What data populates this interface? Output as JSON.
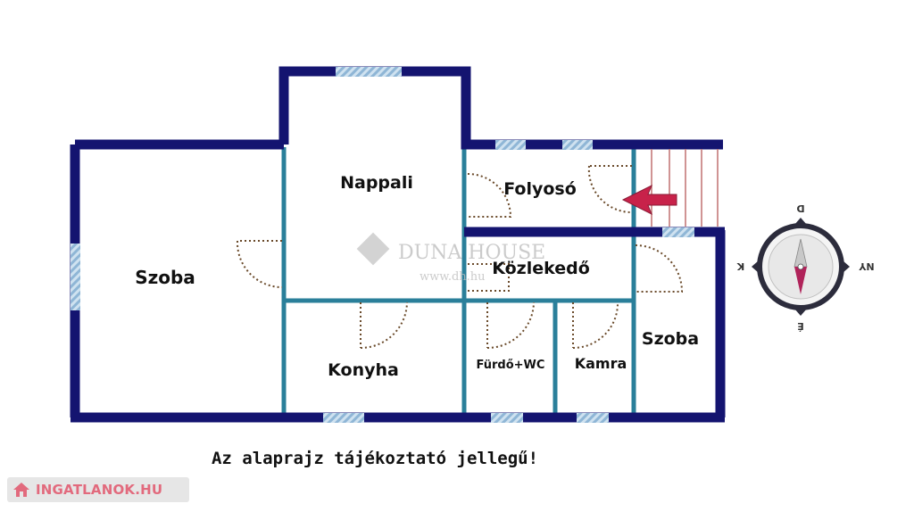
{
  "rooms": {
    "nappali": "Nappali",
    "folyoso": "Folyosó",
    "kozlekedo": "Közlekedő",
    "szoba_left": "Szoba",
    "szoba_right": "Szoba",
    "konyha": "Konyha",
    "furdo": "Fürdő+WC",
    "kamra": "Kamra"
  },
  "compass": {
    "top": "D",
    "bottom": "É",
    "left": "K",
    "right": "NY"
  },
  "watermark": {
    "brand": "DUNA HOUSE",
    "url": "www.dh.hu"
  },
  "note": "Az alaprajz tájékoztató jellegű!",
  "badge": {
    "text": "INGATLANOK.HU"
  },
  "colors": {
    "outer_wall": "#141470",
    "inner_wall": "#2a7f9a",
    "window": "#a8c8e0",
    "arrow": "#c8224a",
    "stairs": "#c07070",
    "door": "#6a4a2a",
    "badge_text": "#e26a7d"
  }
}
